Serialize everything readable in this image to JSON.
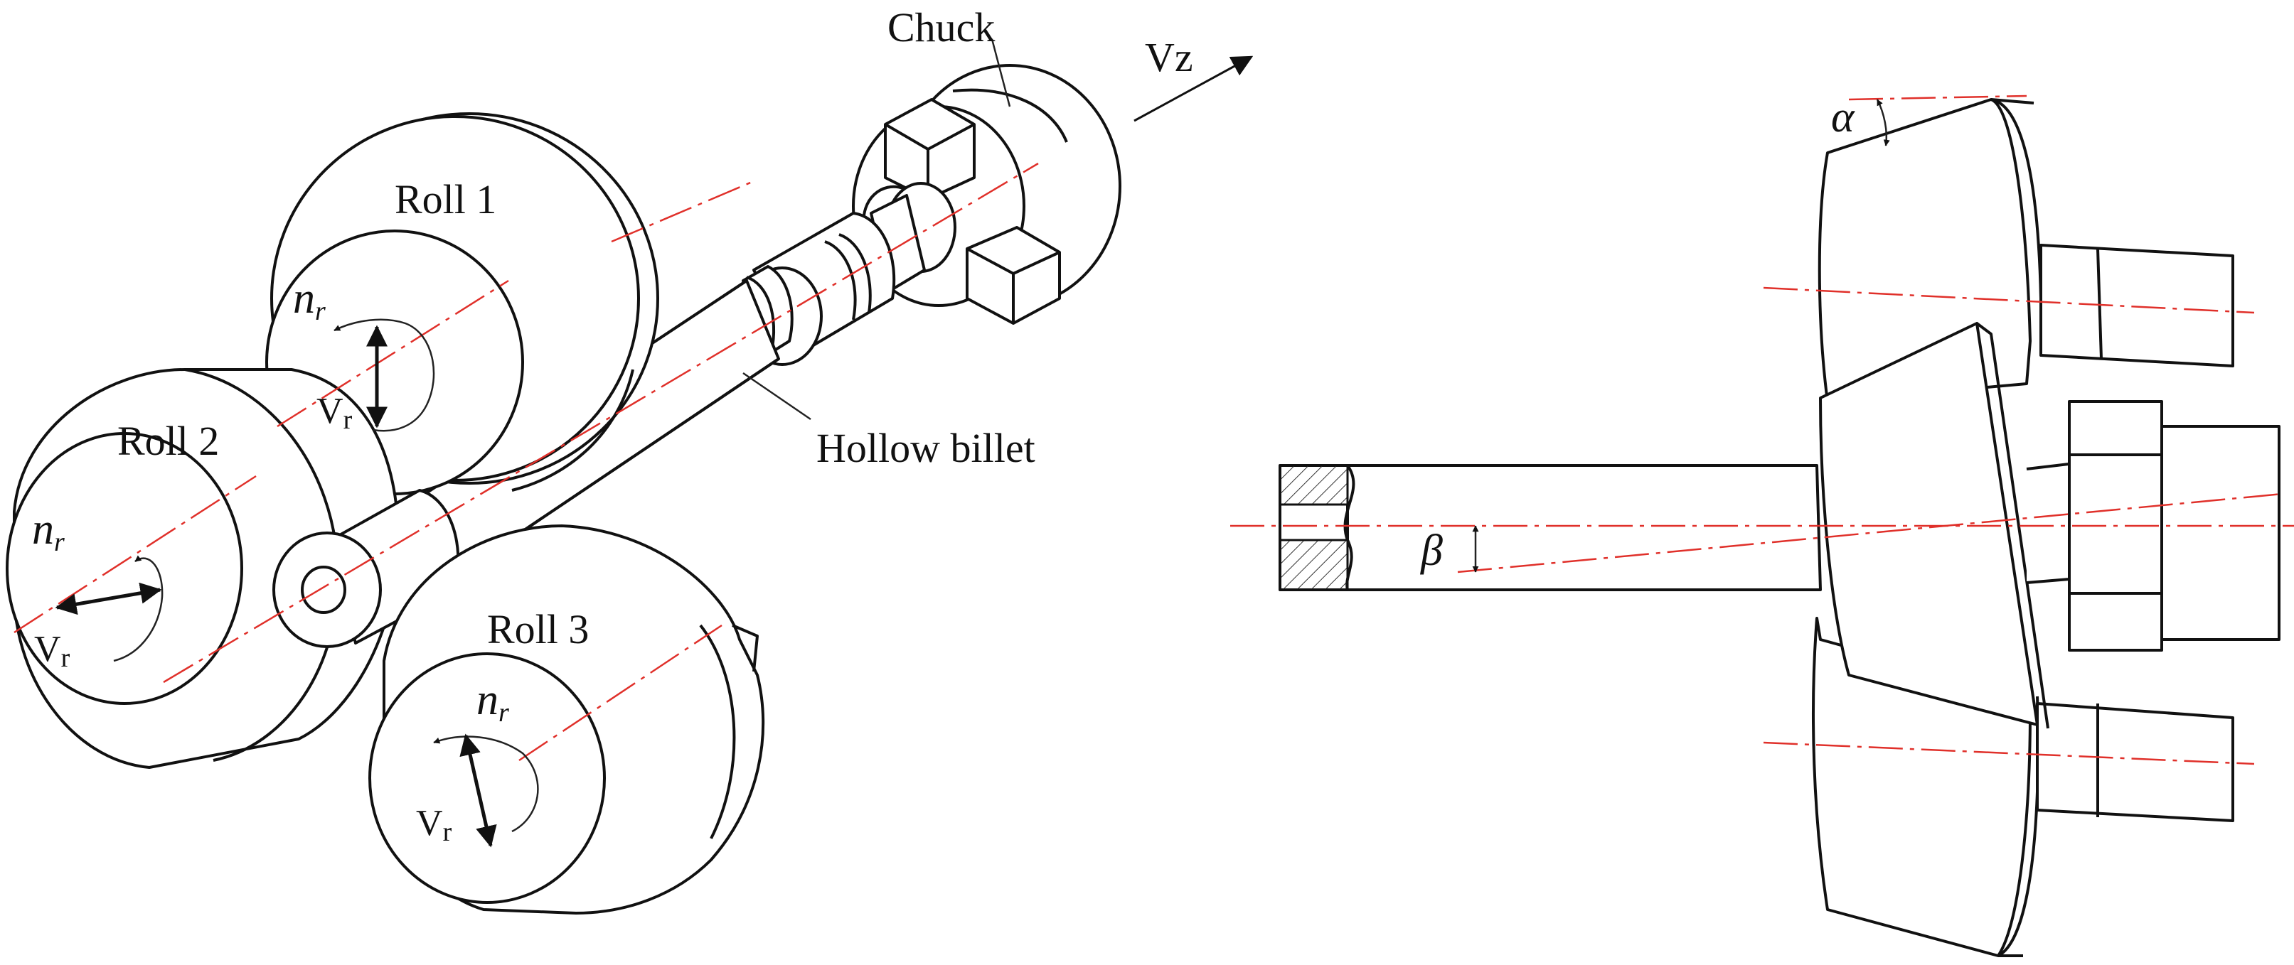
{
  "labels": {
    "chuck": "Chuck",
    "vz": "Vz",
    "roll1": "Roll 1",
    "roll2": "Roll 2",
    "roll3": "Roll 3",
    "hollow_billet": "Hollow billet",
    "n_base": "n",
    "n_sub": "r",
    "v_base": "V",
    "v_sub": "r",
    "alpha": "α",
    "beta": "β"
  },
  "colors": {
    "line": "#111111",
    "centerline": "#e0302a",
    "background": "#ffffff"
  }
}
